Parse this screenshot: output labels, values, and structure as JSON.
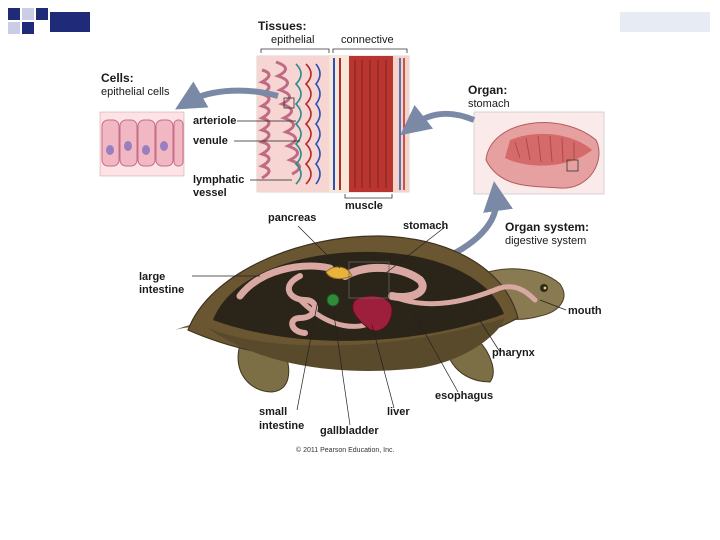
{
  "labels": {
    "tissues_heading": "Tissues:",
    "epithelial": "epithelial",
    "connective": "connective",
    "cells_heading": "Cells:",
    "epithelial_cells": "epithelial cells",
    "arteriole": "arteriole",
    "venule": "venule",
    "lymphatic_line1": "lymphatic",
    "lymphatic_line2": "vessel",
    "muscle": "muscle",
    "organ_heading": "Organ:",
    "organ_stomach": "stomach",
    "pancreas": "pancreas",
    "stomach": "stomach",
    "organ_system_heading": "Organ system:",
    "digestive_system": "digestive system",
    "large_intestine_line1": "large",
    "large_intestine_line2": "intestine",
    "mouth": "mouth",
    "pharynx": "pharynx",
    "esophagus": "esophagus",
    "liver": "liver",
    "small_intestine_line1": "small",
    "small_intestine_line2": "intestine",
    "gallbladder": "gallbladder",
    "credit": "© 2011 Pearson Education, Inc."
  },
  "colors": {
    "slide_accent": "#1f2a78",
    "arrow": "#7a8aa6",
    "shell": "#6b5632",
    "skin": "#8a7a52",
    "gut": "#d9a8a2",
    "stomach_tissue": "#d46a6a",
    "epithelial_cell": "#f1b7c2",
    "nucleus": "#9a7fc0",
    "gallbladder": "#2f8a3a",
    "pancreas": "#e8b33c",
    "liver": "#9e1f3c"
  }
}
